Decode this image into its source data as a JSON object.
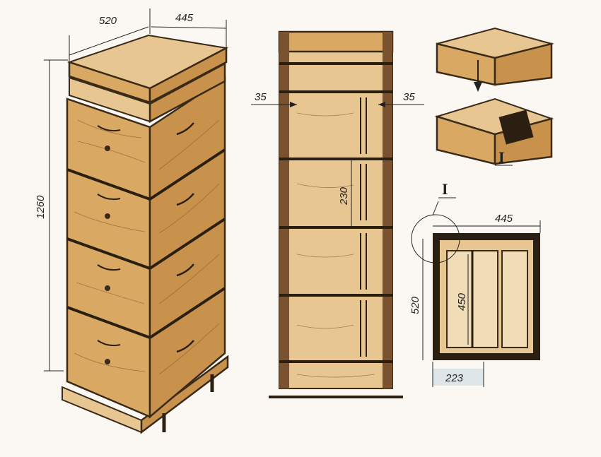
{
  "dimensions": {
    "hive_width": "520",
    "hive_depth": "445",
    "hive_height": "1260",
    "side_gap_left": "35",
    "side_gap_right": "35",
    "shelf_spacing": "230",
    "plan_width": "445",
    "plan_depth": "520",
    "plan_inner": "450",
    "plan_section": "223"
  },
  "markers": {
    "detail_joint": "I",
    "detail_plan": "I"
  },
  "colors": {
    "wood_light": "#e7c691",
    "wood_mid": "#d9a964",
    "wood_dark": "#c8914c",
    "outline": "#3a2a18"
  }
}
